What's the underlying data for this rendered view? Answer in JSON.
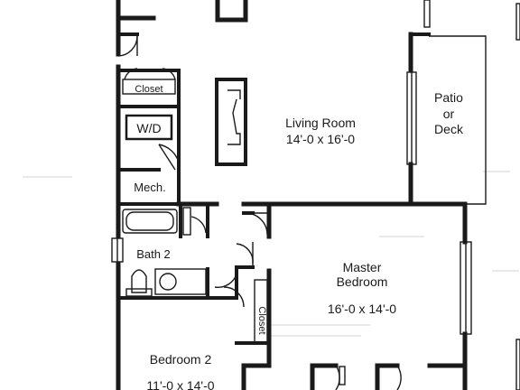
{
  "plan": {
    "rooms": {
      "living_room": {
        "name": "Living Room",
        "size": "14'-0 x 16'-0"
      },
      "patio": {
        "line1": "Patio",
        "line2": "or",
        "line3": "Deck"
      },
      "master_bedroom": {
        "line1": "Master",
        "line2": "Bedroom",
        "size": "16'-0 x 14'-0"
      },
      "bedroom_2": {
        "name": "Bedroom 2",
        "size": "11'-0 x 14'-0"
      },
      "bath_2": {
        "name": "Bath 2"
      },
      "mechanical": {
        "name": "Mech."
      },
      "closet_upper": {
        "name": "Closet"
      },
      "closet_vertical": {
        "name": "Closet"
      },
      "washer_dryer": {
        "name": "W/D"
      }
    },
    "colors": {
      "ink": "#1a1a1a",
      "paper": "#ffffff",
      "faint": "#d9d9d9"
    }
  }
}
